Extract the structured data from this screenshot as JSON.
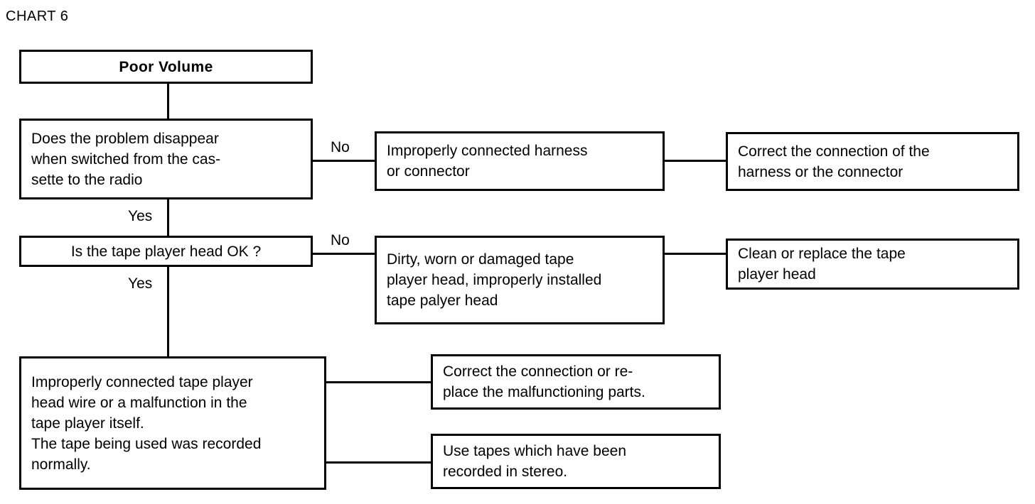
{
  "chart": {
    "title": "CHART 6",
    "domain_type": "flowchart",
    "colors": {
      "background": "#ffffff",
      "stroke": "#000000",
      "text": "#000000"
    }
  },
  "nodes": {
    "start": {
      "label": "Poor Volume",
      "role": "start-terminator"
    },
    "q1": {
      "label": "Does the problem disappear\nwhen switched from the cas-\nsette to the radio",
      "role": "decision"
    },
    "q1_no_cause": {
      "label": "Improperly connected harness\nor connector",
      "role": "cause"
    },
    "q1_no_remedy": {
      "label": "Correct the connection of the\nharness or the connector",
      "role": "remedy"
    },
    "q2": {
      "label": "Is the tape player head OK ?",
      "role": "decision"
    },
    "q2_no_cause": {
      "label": "Dirty, worn or damaged tape\nplayer head, improperly installed\ntape palyer head",
      "role": "cause"
    },
    "q2_no_remedy": {
      "label": "Clean or replace the tape\nplayer head",
      "role": "remedy"
    },
    "final_cause": {
      "label": "Improperly connected tape player\nhead wire or a malfunction in the\ntape player itself.\nThe tape being used was recorded\nnormally.",
      "role": "cause"
    },
    "final_remedy_1": {
      "label": "Correct the connection or re-\nplace the malfunctioning parts.",
      "role": "remedy"
    },
    "final_remedy_2": {
      "label": "Use tapes which have been\nrecorded in stereo.",
      "role": "remedy"
    }
  },
  "edge_labels": {
    "q1_no": "No",
    "q1_yes": "Yes",
    "q2_no": "No",
    "q2_yes": "Yes"
  }
}
